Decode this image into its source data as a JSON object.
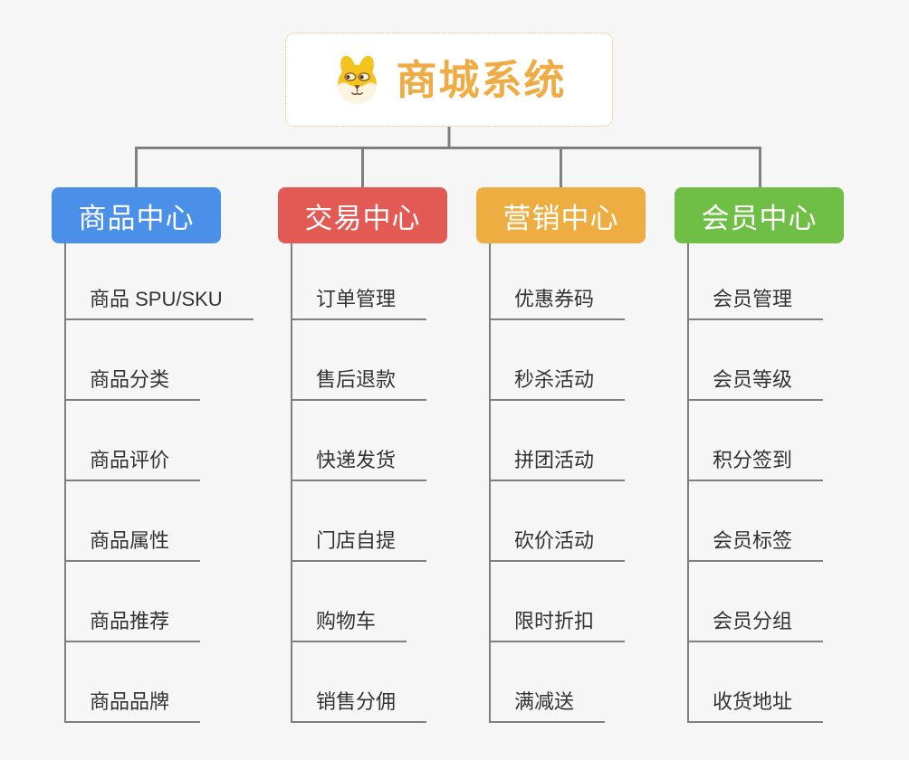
{
  "canvas": {
    "background": "#F6F6F6"
  },
  "colors": {
    "connector": "#7F7F7F",
    "underline": "#7F7F7F",
    "item_text": "#333333",
    "branch_text": "#FFFFFF"
  },
  "root": {
    "title": "商城系统",
    "title_color": "#F0AC44",
    "border_color": "#F3BE6A",
    "background": "#FFFFFF",
    "icon": "shiba-dog-icon"
  },
  "branches": [
    {
      "id": "product-center",
      "label": "商品中心",
      "color": "#4A8FE8",
      "items": [
        "商品 SPU/SKU",
        "商品分类",
        "商品评价",
        "商品属性",
        "商品推荐",
        "商品品牌"
      ]
    },
    {
      "id": "trade-center",
      "label": "交易中心",
      "color": "#E35A55",
      "items": [
        "订单管理",
        "售后退款",
        "快递发货",
        "门店自提",
        "购物车",
        "销售分佣"
      ]
    },
    {
      "id": "marketing-center",
      "label": "营销中心",
      "color": "#EDAD40",
      "items": [
        "优惠券码",
        "秒杀活动",
        "拼团活动",
        "砍价活动",
        "限时折扣",
        "满减送"
      ]
    },
    {
      "id": "member-center",
      "label": "会员中心",
      "color": "#6FBE45",
      "items": [
        "会员管理",
        "会员等级",
        "积分签到",
        "会员标签",
        "会员分组",
        "收货地址"
      ]
    }
  ]
}
